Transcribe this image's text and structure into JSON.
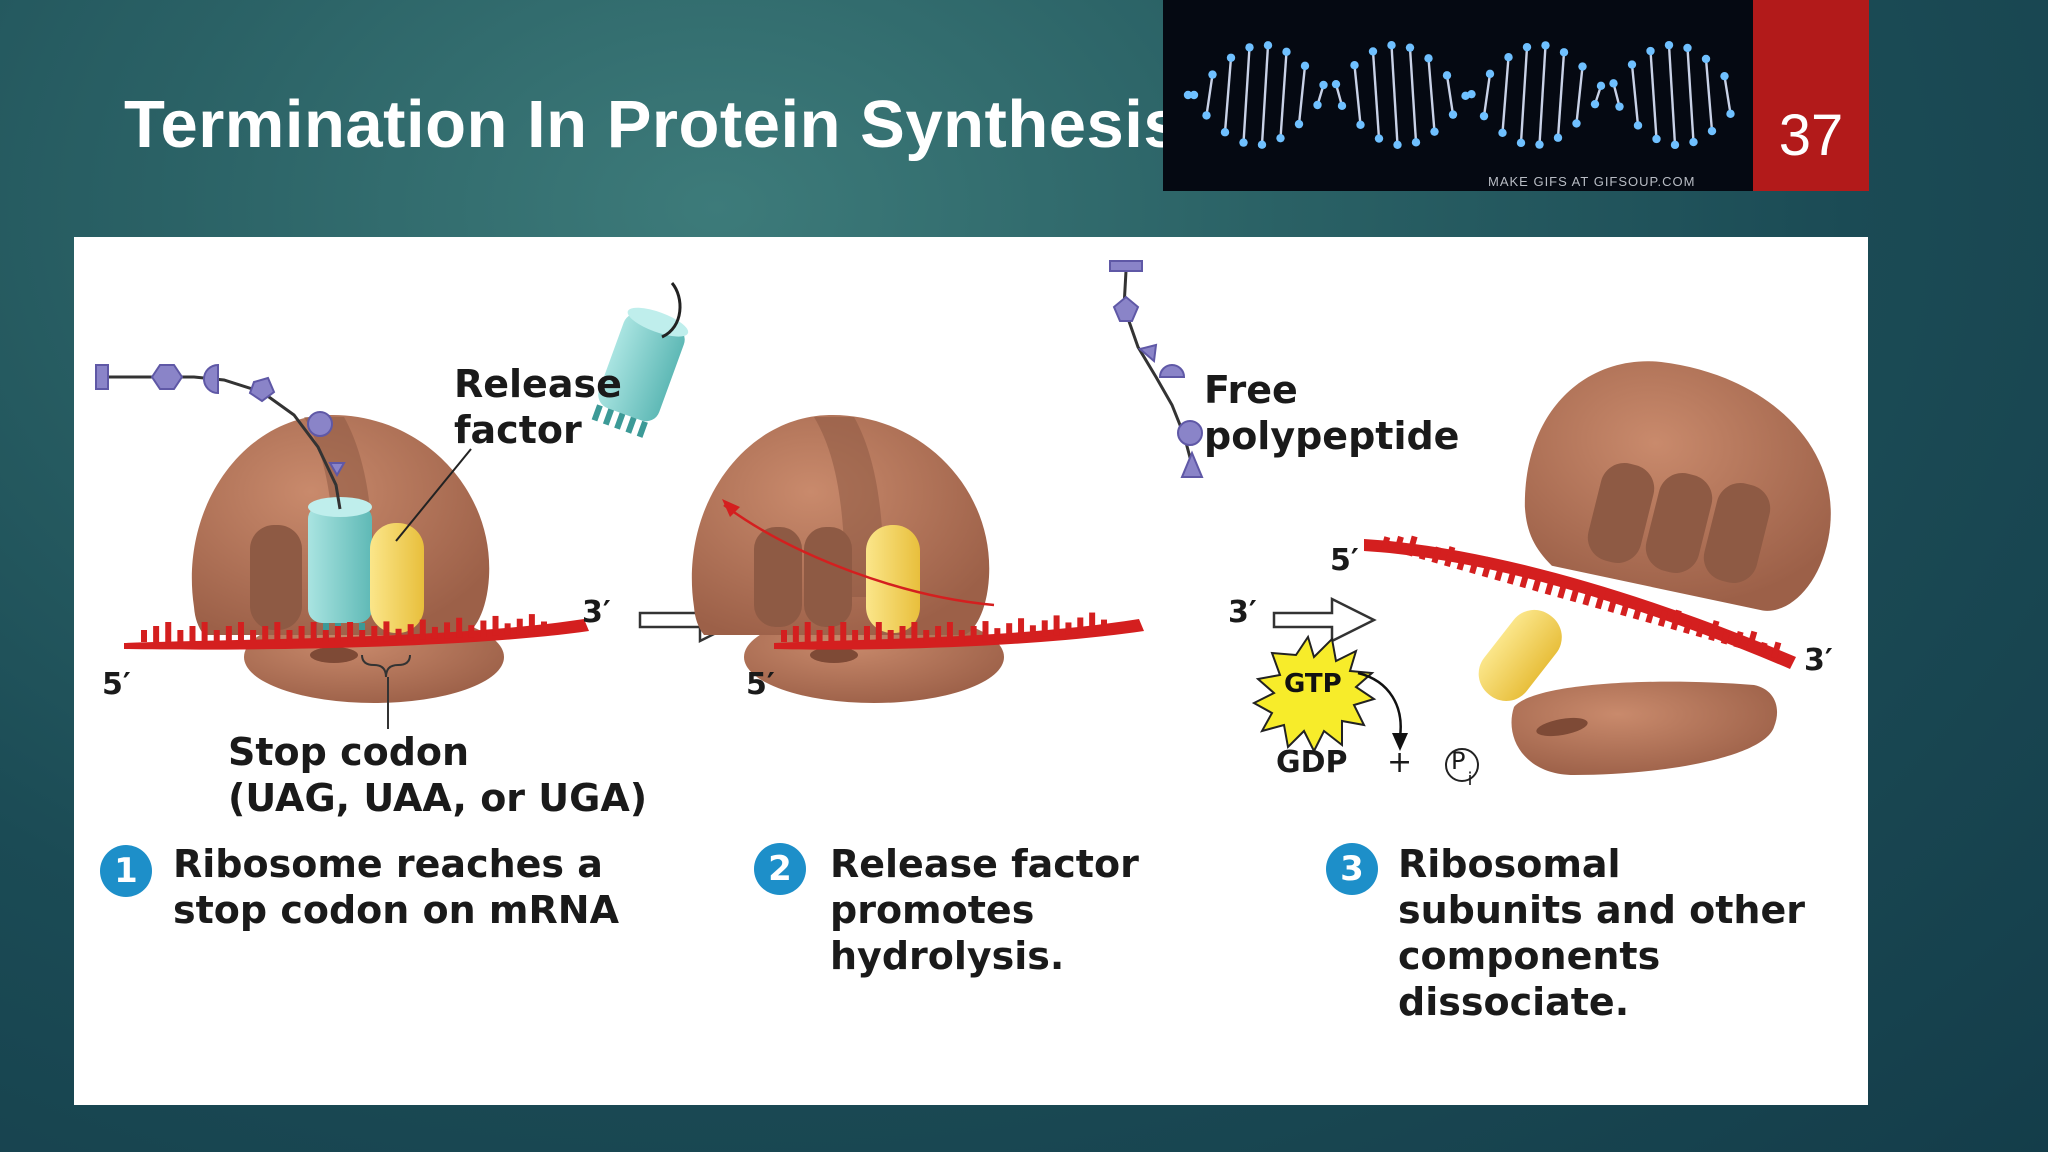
{
  "slide": {
    "title": "Termination In Protein Synthesis",
    "page_number": "37"
  },
  "gif": {
    "caption": "MAKE GIFS AT GIFSOUP.COM"
  },
  "figure": {
    "labels": {
      "release_factor": [
        "Release",
        "factor"
      ],
      "free_polypeptide": [
        "Free",
        "polypeptide"
      ],
      "stop_codon": [
        "Stop codon",
        "(UAG, UAA, or UGA)"
      ],
      "gtp": "GTP",
      "gdp": "GDP",
      "plus": "+",
      "pi": "P",
      "pi_sub": "i",
      "five_prime": "5′",
      "three_prime": "3′"
    },
    "steps": [
      {
        "number": "1",
        "lines": [
          "Ribosome reaches a",
          "stop codon on mRNA"
        ]
      },
      {
        "number": "2",
        "lines": [
          "Release factor",
          "promotes",
          "hydrolysis."
        ]
      },
      {
        "number": "3",
        "lines": [
          "Ribosomal",
          "subunits and other",
          "components",
          "dissociate."
        ]
      }
    ]
  },
  "colors": {
    "ribosome": "#b5765a",
    "ribosome_dark": "#8e5a44",
    "mrna": "#d41f1f",
    "trna": "#86d3d0",
    "release_factor": "#f4d35a",
    "amino_acid": "#8a84c8",
    "step_circle": "#1d8fc9",
    "page_box": "#b21a1a"
  }
}
